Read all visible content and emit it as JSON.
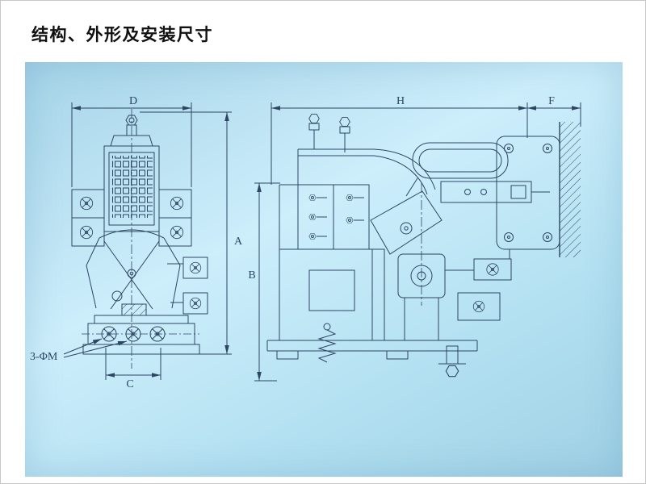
{
  "page": {
    "title": "结构、外形及安装尺寸"
  },
  "drawing": {
    "labels": {
      "dim_d": "D",
      "dim_a": "A",
      "dim_c": "C",
      "dim_h": "H",
      "dim_f": "F",
      "dim_b": "B",
      "mounting": "3-ΦM"
    }
  },
  "theme": {
    "line": "#2e4663",
    "panel_a": "#a6d4e8",
    "panel_b": "#cdeefb",
    "panel_c": "#b2e0f1",
    "panel_d": "#9fd0e4",
    "page_bg": "#ffffff",
    "title_color": "#111111"
  }
}
